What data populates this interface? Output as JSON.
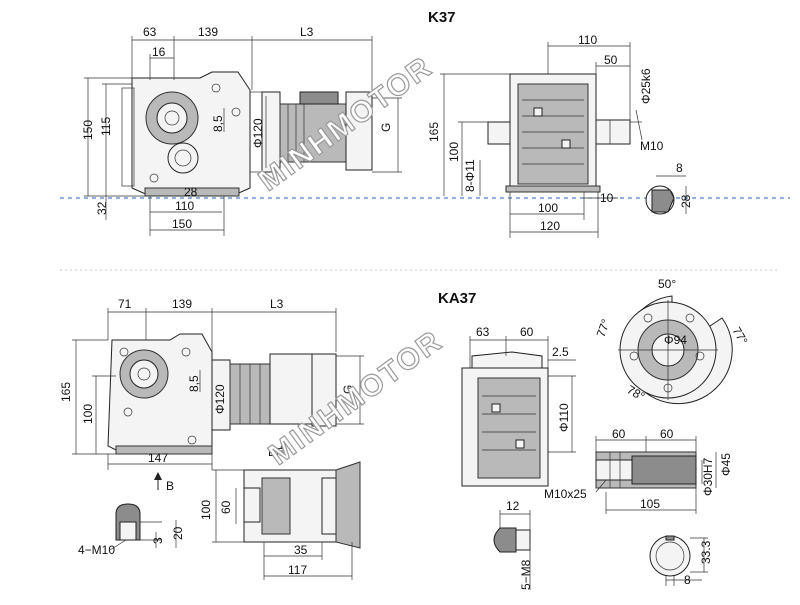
{
  "titles": {
    "k37": "K37",
    "ka37": "KA37"
  },
  "watermark": "MINHMOTOR",
  "k37": {
    "dim_63": "63",
    "dim_139": "139",
    "dim_l3": "L3",
    "dim_16": "16",
    "dim_150": "150",
    "dim_115": "115",
    "dim_8_5": "8,5",
    "dim_phi120": "Φ120",
    "dim_g": "G",
    "dim_32": "32",
    "dim_28": "28",
    "dim_110": "110",
    "dim_150b": "150",
    "side": {
      "dim_110": "110",
      "dim_50": "50",
      "dim_phi25k6": "Φ25k6",
      "dim_m10": "M10",
      "dim_165": "165",
      "dim_100": "100",
      "dim_8phi11": "8-Φ11",
      "dim_10": "10",
      "dim_100b": "100",
      "dim_120": "120",
      "key_8": "8",
      "key_28": "28"
    }
  },
  "ka37": {
    "dim_71": "71",
    "dim_139": "139",
    "dim_l3": "L3",
    "dim_165": "165",
    "dim_100": "100",
    "dim_8_5": "8,5",
    "dim_phi120": "Φ120",
    "dim_g": "G",
    "dim_147": "147",
    "arrow_b": "B",
    "view_b": "B向",
    "dim_100b": "100",
    "dim_60": "60",
    "dim_35": "35",
    "dim_117": "117",
    "dim_3": "3",
    "dim_20": "20",
    "dim_4m10": "4−M10",
    "front": {
      "dim_63": "63",
      "dim_60": "60",
      "dim_2_5": "2.5",
      "dim_phi110": "Φ110"
    },
    "flange": {
      "ang_50": "50°",
      "ang_77a": "77°",
      "ang_77b": "77°",
      "ang_78": "78°",
      "dim_phi94": "Φ94"
    },
    "shaft": {
      "dim_60a": "60",
      "dim_60b": "60",
      "dim_phi45": "Φ45",
      "dim_phi30h7": "Φ30H7",
      "dim_m10x25": "M10x25",
      "dim_105": "105"
    },
    "bolt": {
      "dim_12": "12",
      "dim_5m8": "5−M8"
    },
    "keyway": {
      "dim_33_3": "33.3",
      "dim_8": "8"
    }
  }
}
